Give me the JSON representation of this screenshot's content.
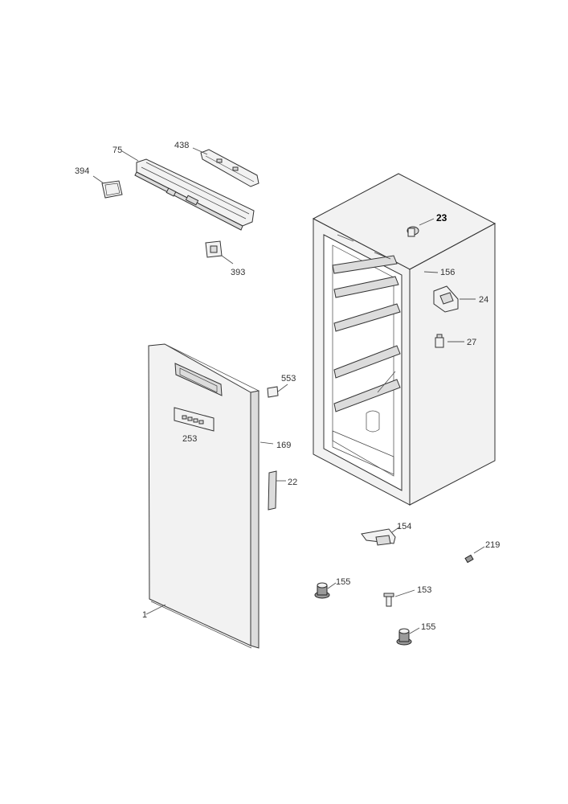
{
  "callouts": [
    {
      "id": "c1",
      "label": "1"
    },
    {
      "id": "c22",
      "label": "22"
    },
    {
      "id": "c23",
      "label": "23"
    },
    {
      "id": "c24",
      "label": "24"
    },
    {
      "id": "c27",
      "label": "27"
    },
    {
      "id": "c75",
      "label": "75"
    },
    {
      "id": "c153",
      "label": "153"
    },
    {
      "id": "c154",
      "label": "154"
    },
    {
      "id": "c155a",
      "label": "155"
    },
    {
      "id": "c155b",
      "label": "155"
    },
    {
      "id": "c156",
      "label": "156"
    },
    {
      "id": "c169",
      "label": "169"
    },
    {
      "id": "c219",
      "label": "219"
    },
    {
      "id": "c253",
      "label": "253"
    },
    {
      "id": "c393",
      "label": "393"
    },
    {
      "id": "c394",
      "label": "394"
    },
    {
      "id": "c438",
      "label": "438"
    },
    {
      "id": "c553",
      "label": "553"
    }
  ]
}
